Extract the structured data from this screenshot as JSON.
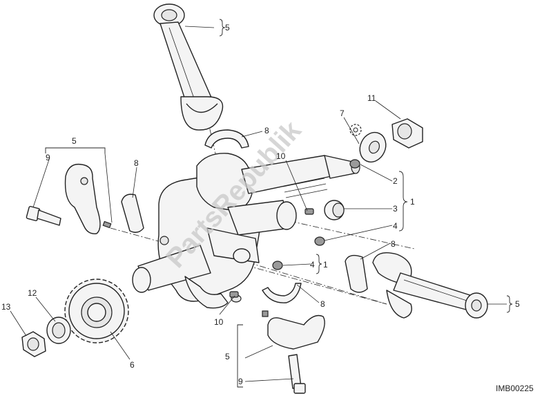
{
  "diagram_code": "IMB00225",
  "watermark": "PartsRepublik",
  "labels": {
    "l5_top": "5",
    "l7": "7",
    "l11": "11",
    "l8_top": "8",
    "l5_left": "5",
    "l9_left": "9",
    "l8_left": "8",
    "l10_top": "10",
    "l2": "2",
    "l3": "3",
    "l4_right": "4",
    "l1_right": "1",
    "l8_right": "8",
    "l4_mid": "4",
    "l1_mid": "1",
    "l8_bottom": "8",
    "l5_right": "5",
    "l10_bottom": "10",
    "l12": "12",
    "l13": "13",
    "l6": "6",
    "l5_bottom": "5",
    "l9_bottom": "9"
  },
  "colors": {
    "ink": "#222222",
    "part_fill": "#f4f4f4",
    "watermark": "#c9c9c9"
  }
}
